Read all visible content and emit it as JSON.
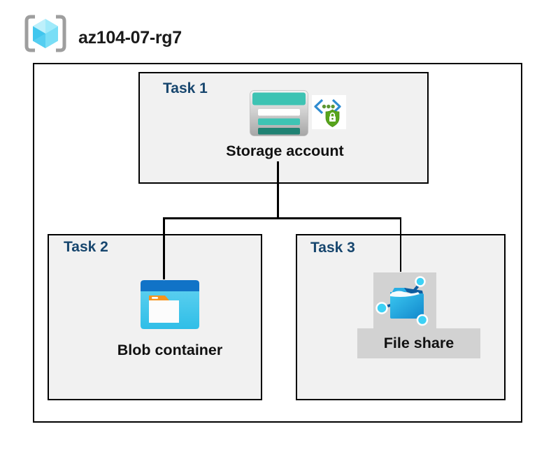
{
  "header": {
    "title": "az104-07-rg7",
    "icon": "resource-group-icon"
  },
  "diagram": {
    "tasks": [
      {
        "label": "Task 1",
        "item": "Storage account",
        "icons": [
          "storage-account-icon",
          "shared-access-signature-icon"
        ]
      },
      {
        "label": "Task 2",
        "item": "Blob container",
        "icons": [
          "blob-container-icon"
        ]
      },
      {
        "label": "Task 3",
        "item": "File share",
        "icons": [
          "file-share-icon"
        ],
        "highlight": "gray-selection"
      }
    ],
    "connections": [
      {
        "from": "Storage account",
        "to": "Blob container"
      },
      {
        "from": "Storage account",
        "to": "File share"
      }
    ]
  },
  "colors": {
    "task_label_navy": "#17466E",
    "box_fill": "#F1F1F1",
    "border_black": "#000000",
    "storage_teal": "#3DC3B3",
    "storage_teal_dark": "#1F8273",
    "blob_blue": "#1173C7",
    "blob_cyan": "#2FBEE7",
    "folder_tab_orange": "#F7941E",
    "sas_bracket_blue": "#2E8BD0",
    "sas_dot_green": "#5E9732",
    "shield_green": "#57A41C",
    "fileshare_dark_blue": "#0D5C9F",
    "fileshare_node_cyan": "#3DD1F5",
    "bracket_gray": "#9E9E9E",
    "selection_gray": "#D2D2D2"
  }
}
